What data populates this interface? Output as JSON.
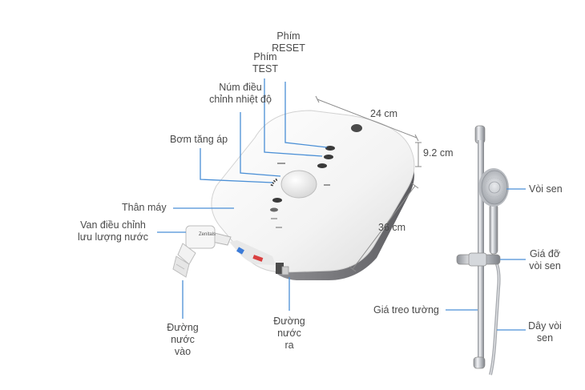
{
  "colors": {
    "leader_line": "#4a8fd6",
    "dimension_line": "#8a8a8a",
    "label_text": "#4a4a4a",
    "heater_body": "#f4f4f4",
    "heater_back": "#6e6e72",
    "chrome": "#c9ccd0"
  },
  "labels": {
    "reset_line1": "Phím",
    "reset_line2": "RESET",
    "test_line1": "Phím",
    "test_line2": "TEST",
    "temp_knob_line1": "Núm điều",
    "temp_knob_line2": "chỉnh nhiệt độ",
    "booster_pump": "Bơm tăng áp",
    "body": "Thân máy",
    "flow_valve_line1": "Van điều chỉnh",
    "flow_valve_line2": "lưu lượng nước",
    "inlet_line1": "Đường",
    "inlet_line2": "nước",
    "inlet_line3": "vào",
    "outlet_line1": "Đường",
    "outlet_line2": "nước",
    "outlet_line3": "ra",
    "shower_head": "Vòi sen",
    "holder_line1": "Giá đỡ",
    "holder_line2": "vòi sen",
    "wall_rail": "Giá treo tường",
    "hose_line1": "Dây vòi",
    "hose_line2": "sen"
  },
  "dimensions": {
    "width": "24 cm",
    "depth": "9.2 cm",
    "height": "36 cm"
  }
}
